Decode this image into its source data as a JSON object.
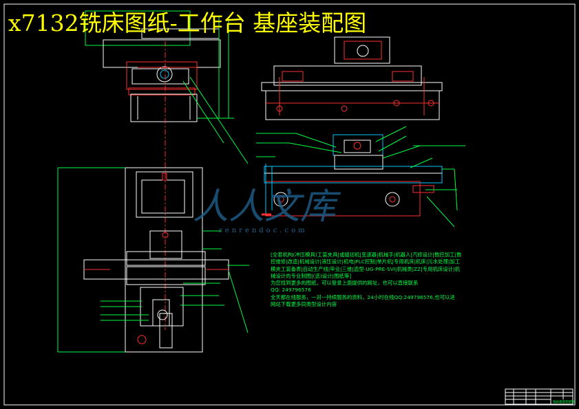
{
  "title": "x7132铣床图纸-工作台 基座装配图",
  "notes": [
    "[全套机构(冲压模具)工装夹具|或缝纫机|变速器|机械手|机器人|汽修设计|数控加工|数",
    "控维修|改造|机械设计|液压设计|机电|PLC控制|单片机|专用机床|机床|污水处理|加工",
    "模夹工装备表|自动生产线|毕业|三维|造型-UG-PRE-SVI|机械类|ZZ|专用机床设计|机",
    "械设计的专业制图|(选)设计|图纸等]",
    "为您找到更多的图纸，可以登录上面提供的网址，也可以直接联系",
    "QQ: 249796576",
    "全天都在线服务，一对一持续服务的资料，24小时在线QQ:249796576,也可以进",
    "网站下载更多同类型设计内容"
  ],
  "watermark": {
    "brand": "人人文库",
    "site": "renrendoc.com"
  },
  "title_block": {
    "drawing_name": "铣床基座装配图"
  },
  "colors": {
    "background": "#000000",
    "title": "#ffff00",
    "outline": "#ffffff",
    "parts": "#ff2f2f",
    "leaders": "#00ff44",
    "hatch": "#00c8ff",
    "watermark": "#1f5f8c"
  }
}
